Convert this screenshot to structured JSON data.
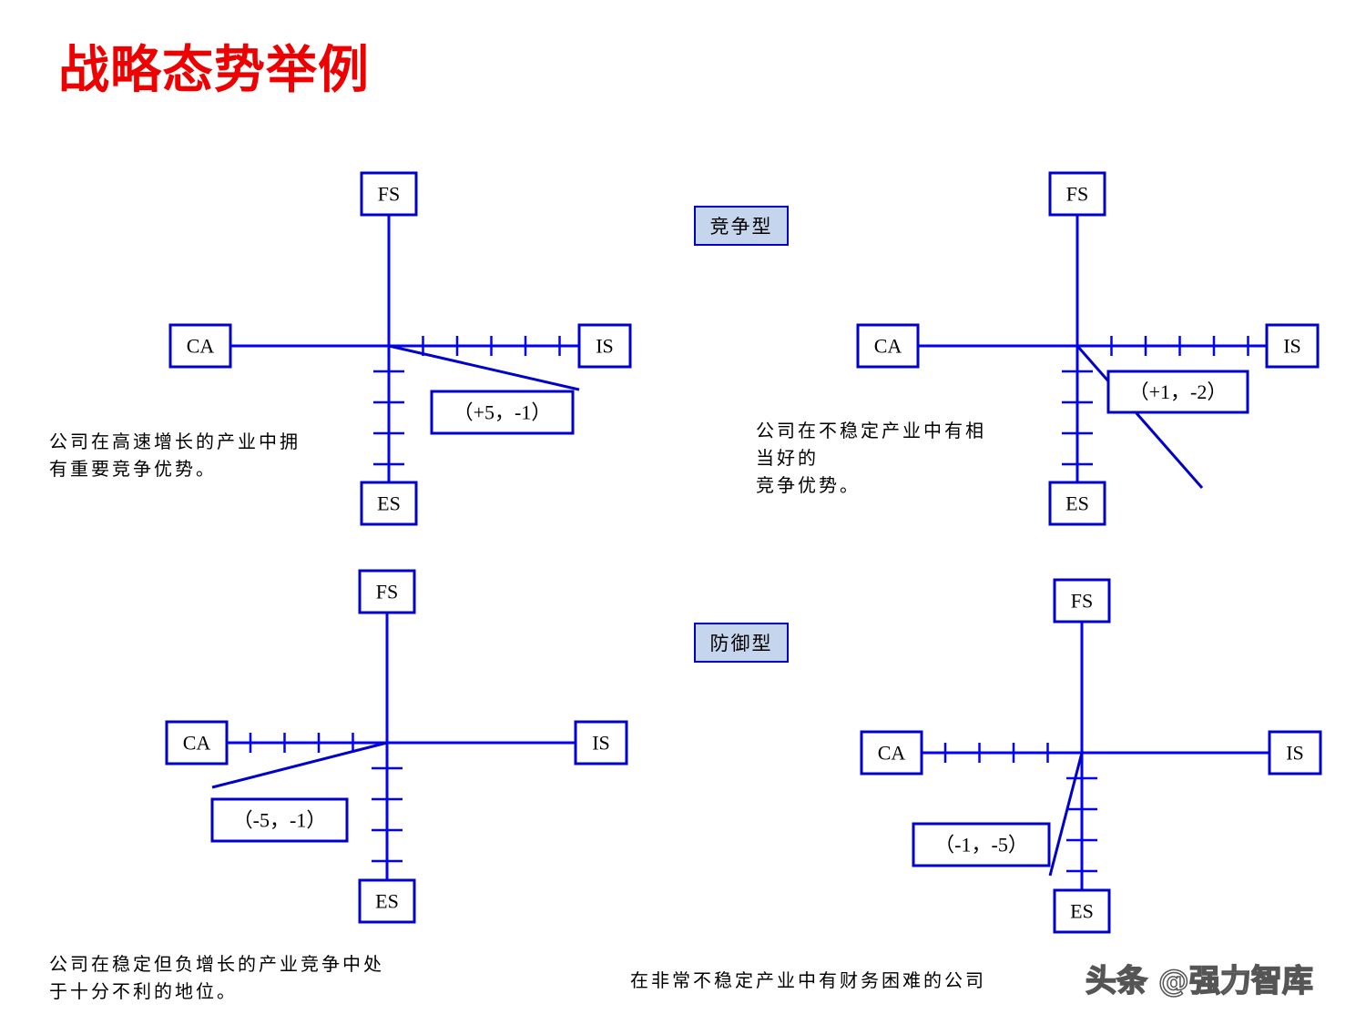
{
  "title": "战略态势举例",
  "watermark": "头条 @强力智库",
  "type_labels": {
    "competitive": "竞争型",
    "defensive": "防御型"
  },
  "colors": {
    "title": "#ee0000",
    "axis": "#0000ff",
    "type_box_fill": "#c6d5ee"
  },
  "axis_labels": {
    "top": "FS",
    "bottom": "ES",
    "left": "CA",
    "right": "IS"
  },
  "diagrams": [
    {
      "id": "aggressive",
      "vector": [
        5,
        -1
      ],
      "coord_label": "（+5，-1）",
      "description_lines": [
        "公司在高速增长的产业中拥",
        "有重要竞争优势。"
      ]
    },
    {
      "id": "competitive",
      "vector": [
        1,
        -2
      ],
      "coord_label": "（+1，-2）",
      "description_lines": [
        "公司在不稳定产业中有相",
        "当好的",
        "竞争优势。"
      ]
    },
    {
      "id": "conservative",
      "vector": [
        -5,
        -1
      ],
      "coord_label": "（-5，-1）",
      "description_lines": [
        "公司在稳定但负增长的产业竞争中处",
        "于十分不利的地位。"
      ]
    },
    {
      "id": "defensive",
      "vector": [
        -1,
        -5
      ],
      "coord_label": "（-1，-5）",
      "description_lines": [
        "在非常不稳定产业中有财务困难的公司"
      ]
    }
  ]
}
